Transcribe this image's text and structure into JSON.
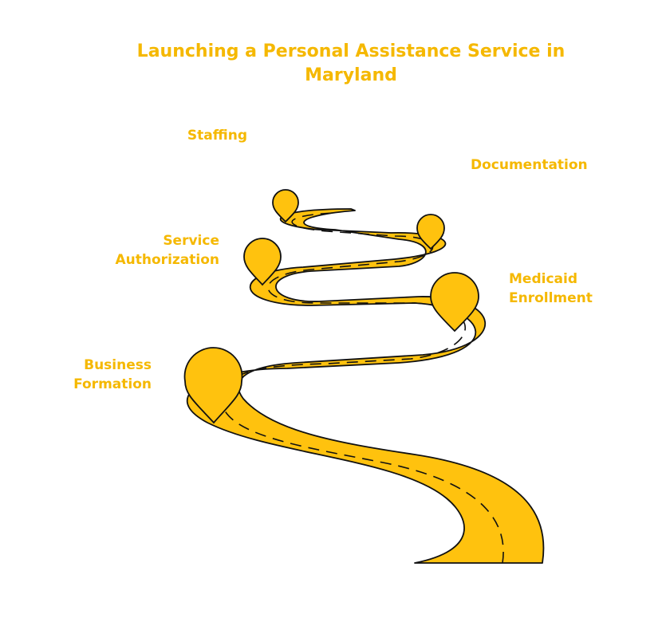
{
  "title": "Launching a Personal Assistance Service in Maryland",
  "milestones": {
    "staffing": [
      "Staffing"
    ],
    "documentation": [
      "Documentation"
    ],
    "service_authorization": [
      "Service",
      "Authorization"
    ],
    "medicaid_enrollment": [
      "Medicaid",
      "Enrollment"
    ],
    "business_formation": [
      "Business",
      "Formation"
    ]
  },
  "colors": {
    "accent": "#f5b800",
    "road": "#ffc20e",
    "outline": "#111111"
  }
}
